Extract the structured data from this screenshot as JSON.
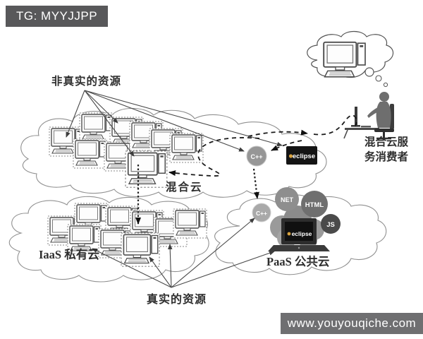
{
  "badges": {
    "tg": "TG: MYYJJPP",
    "watermark": "www.youyouqiche.com"
  },
  "diagram": {
    "labels": {
      "virtual_resources": "非真实的资源",
      "hybrid_cloud": "混合云",
      "iaas_private_cloud": "IaaS 私有云",
      "paas_public_cloud": "PaaS 公共云",
      "real_resources": "真实的资源",
      "consumer_line1": "混合云服",
      "consumer_line2": "务消费者"
    },
    "tech": {
      "cpp_mid": "C++",
      "eclipse_mid": "eclipse",
      "cpp_paas": "C++",
      "net": "NET",
      "html": "HTML",
      "js": "JS",
      "eclipse_laptop": "eclipse"
    },
    "colors": {
      "badge_bg": "#58585a",
      "watermark_bg": "#6f6f71",
      "line": "#3d3d3d",
      "cloud_stroke": "#909090",
      "cpp_mid_circle": "#969696",
      "eclipse_box": "#141414",
      "cpp_paas_circle": "#a9a9a9",
      "net_circle": "#8e8e8e",
      "html_circle": "#6f6f6f",
      "js_circle": "#4a4a4a",
      "eclipse_logo_accent": "#d8a23e"
    },
    "counts": {
      "hybrid_cloud_computers": 9,
      "iaas_cloud_computers": 9
    }
  }
}
